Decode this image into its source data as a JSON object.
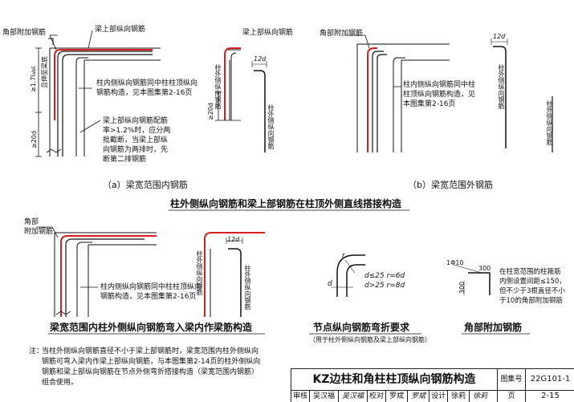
{
  "labels": {
    "a_corner_bar": "角部附加钢筋",
    "a_beam_top": "梁上部纵向钢筋",
    "a_dim_17": "≥1.7l",
    "a_dim_17_sub": "abE",
    "a_dim_beam": "且伸至梁底",
    "a_dim_20d": "≥20d",
    "a_inner_note": [
      "柱内侧纵向钢筋同中柱柱顶纵向",
      "钢筋构造，见本图集第2-16页"
    ],
    "a_ratio_note": [
      "梁上部纵向钢筋配筋",
      "率>1.2%时，应分两",
      "批截断，当梁上部纵",
      "向钢筋为两排时，先",
      "断第二排钢筋"
    ],
    "a_caption": "（a）梁宽范围内钢筋",
    "b_beam_top": "梁上部纵向钢筋",
    "b_corner_bar": "角部附加钢筋",
    "b_12d_1": "12d",
    "b_12d_2": "12d",
    "b_20d": "≥20d",
    "b_outer_1": "柱外侧纵向钢筋",
    "b_outer_2": "柱外侧纵向钢筋",
    "b_outer_3": "柱外侧纵向钢筋",
    "b_inner_note": [
      "柱内侧纵向钢筋同中柱",
      "柱顶纵向钢筋构造，见",
      "本图集第2-16页"
    ],
    "b_caption": "（b）梁宽范围外钢筋",
    "title_main": "柱外侧纵向钢筋和梁上部钢筋在柱顶外侧直线搭接构造",
    "c_corner_bar_1": "角部",
    "c_corner_bar_2": "附加钢筋",
    "c_12d": "12d",
    "c_outer_1": "柱外侧纵向钢筋",
    "c_outer_2": "柱外侧纵向钢筋",
    "c_inner_note": [
      "柱内侧纵向钢筋同中柱柱顶纵向",
      "钢筋构造，见本图集第2-16页"
    ],
    "c_title": "梁宽范围内柱外侧纵向钢筋弯入梁内作梁筋构造",
    "d_line1": "d≤25   r=6d",
    "d_line2": "d>25   r=8d",
    "d_r": "r",
    "d_d": "d",
    "d_title": "节点纵向钢筋弯折要求",
    "d_sub": "（用于柱外侧纵向钢筋及梁上部纵向钢筋）",
    "e_phi": "1Φ10",
    "e_300a": "300",
    "e_300b": "300",
    "e_note": [
      "在柱宽范围的柱箍筋",
      "内侧设置间距≤150，",
      "但不少于3根直径不小",
      "于10的角部附加钢筋"
    ],
    "e_title": "角部附加钢筋",
    "note_label": "注：",
    "note_text": [
      "当柱外侧纵向钢筋直径不小于梁上部钢筋时，梁宽范围内柱外侧纵向",
      "钢筋可弯入梁内作梁上部纵向钢筋，与本图集第2-14页的柱外侧纵向",
      "钢筋和梁上部纵向钢筋在节点外侧弯折搭接构造（梁宽范围内钢筋）",
      "组合使用。"
    ]
  },
  "title_block": {
    "drawing_title": "KZ边柱和角柱柱顶纵向钢筋构造",
    "atlas_label": "图集号",
    "atlas_no": "22G101-1",
    "review_label": "审核",
    "review_name": "吴汉福",
    "check_label": "校对",
    "check_name": "罗斌",
    "design_label": "设计",
    "design_name": "徐莉",
    "page_label": "页",
    "page_no": "2-15"
  },
  "colors": {
    "rebar_red": "#d81e1e",
    "line_black": "#111111"
  }
}
